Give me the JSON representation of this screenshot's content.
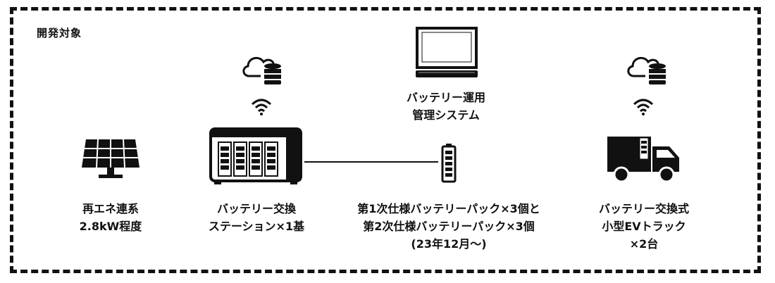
{
  "scope_label": "開発対象",
  "monitor_label": {
    "line1": "バッテリー運用",
    "line2": "管理システム"
  },
  "solar_label": {
    "line1": "再エネ連系",
    "line2": "2.8kW程度"
  },
  "station_label": {
    "line1": "バッテリー交換",
    "line2": "ステーション×1基"
  },
  "battery_pack_label": {
    "line1": "第1次仕様バッテリーパック×3個と",
    "line2": "第2次仕様バッテリーパック×3個",
    "line3": "(23年12月〜)"
  },
  "truck_label": {
    "line1": "バッテリー交換式",
    "line2": "小型EVトラック",
    "line3": "×2台"
  },
  "icons": {
    "cloud_db": "cloud-database-icon",
    "wifi": "wifi-icon",
    "monitor": "monitor-icon",
    "solar": "solar-panel-icon",
    "station": "battery-station-icon",
    "battery": "battery-pack-icon",
    "truck": "ev-truck-icon"
  }
}
